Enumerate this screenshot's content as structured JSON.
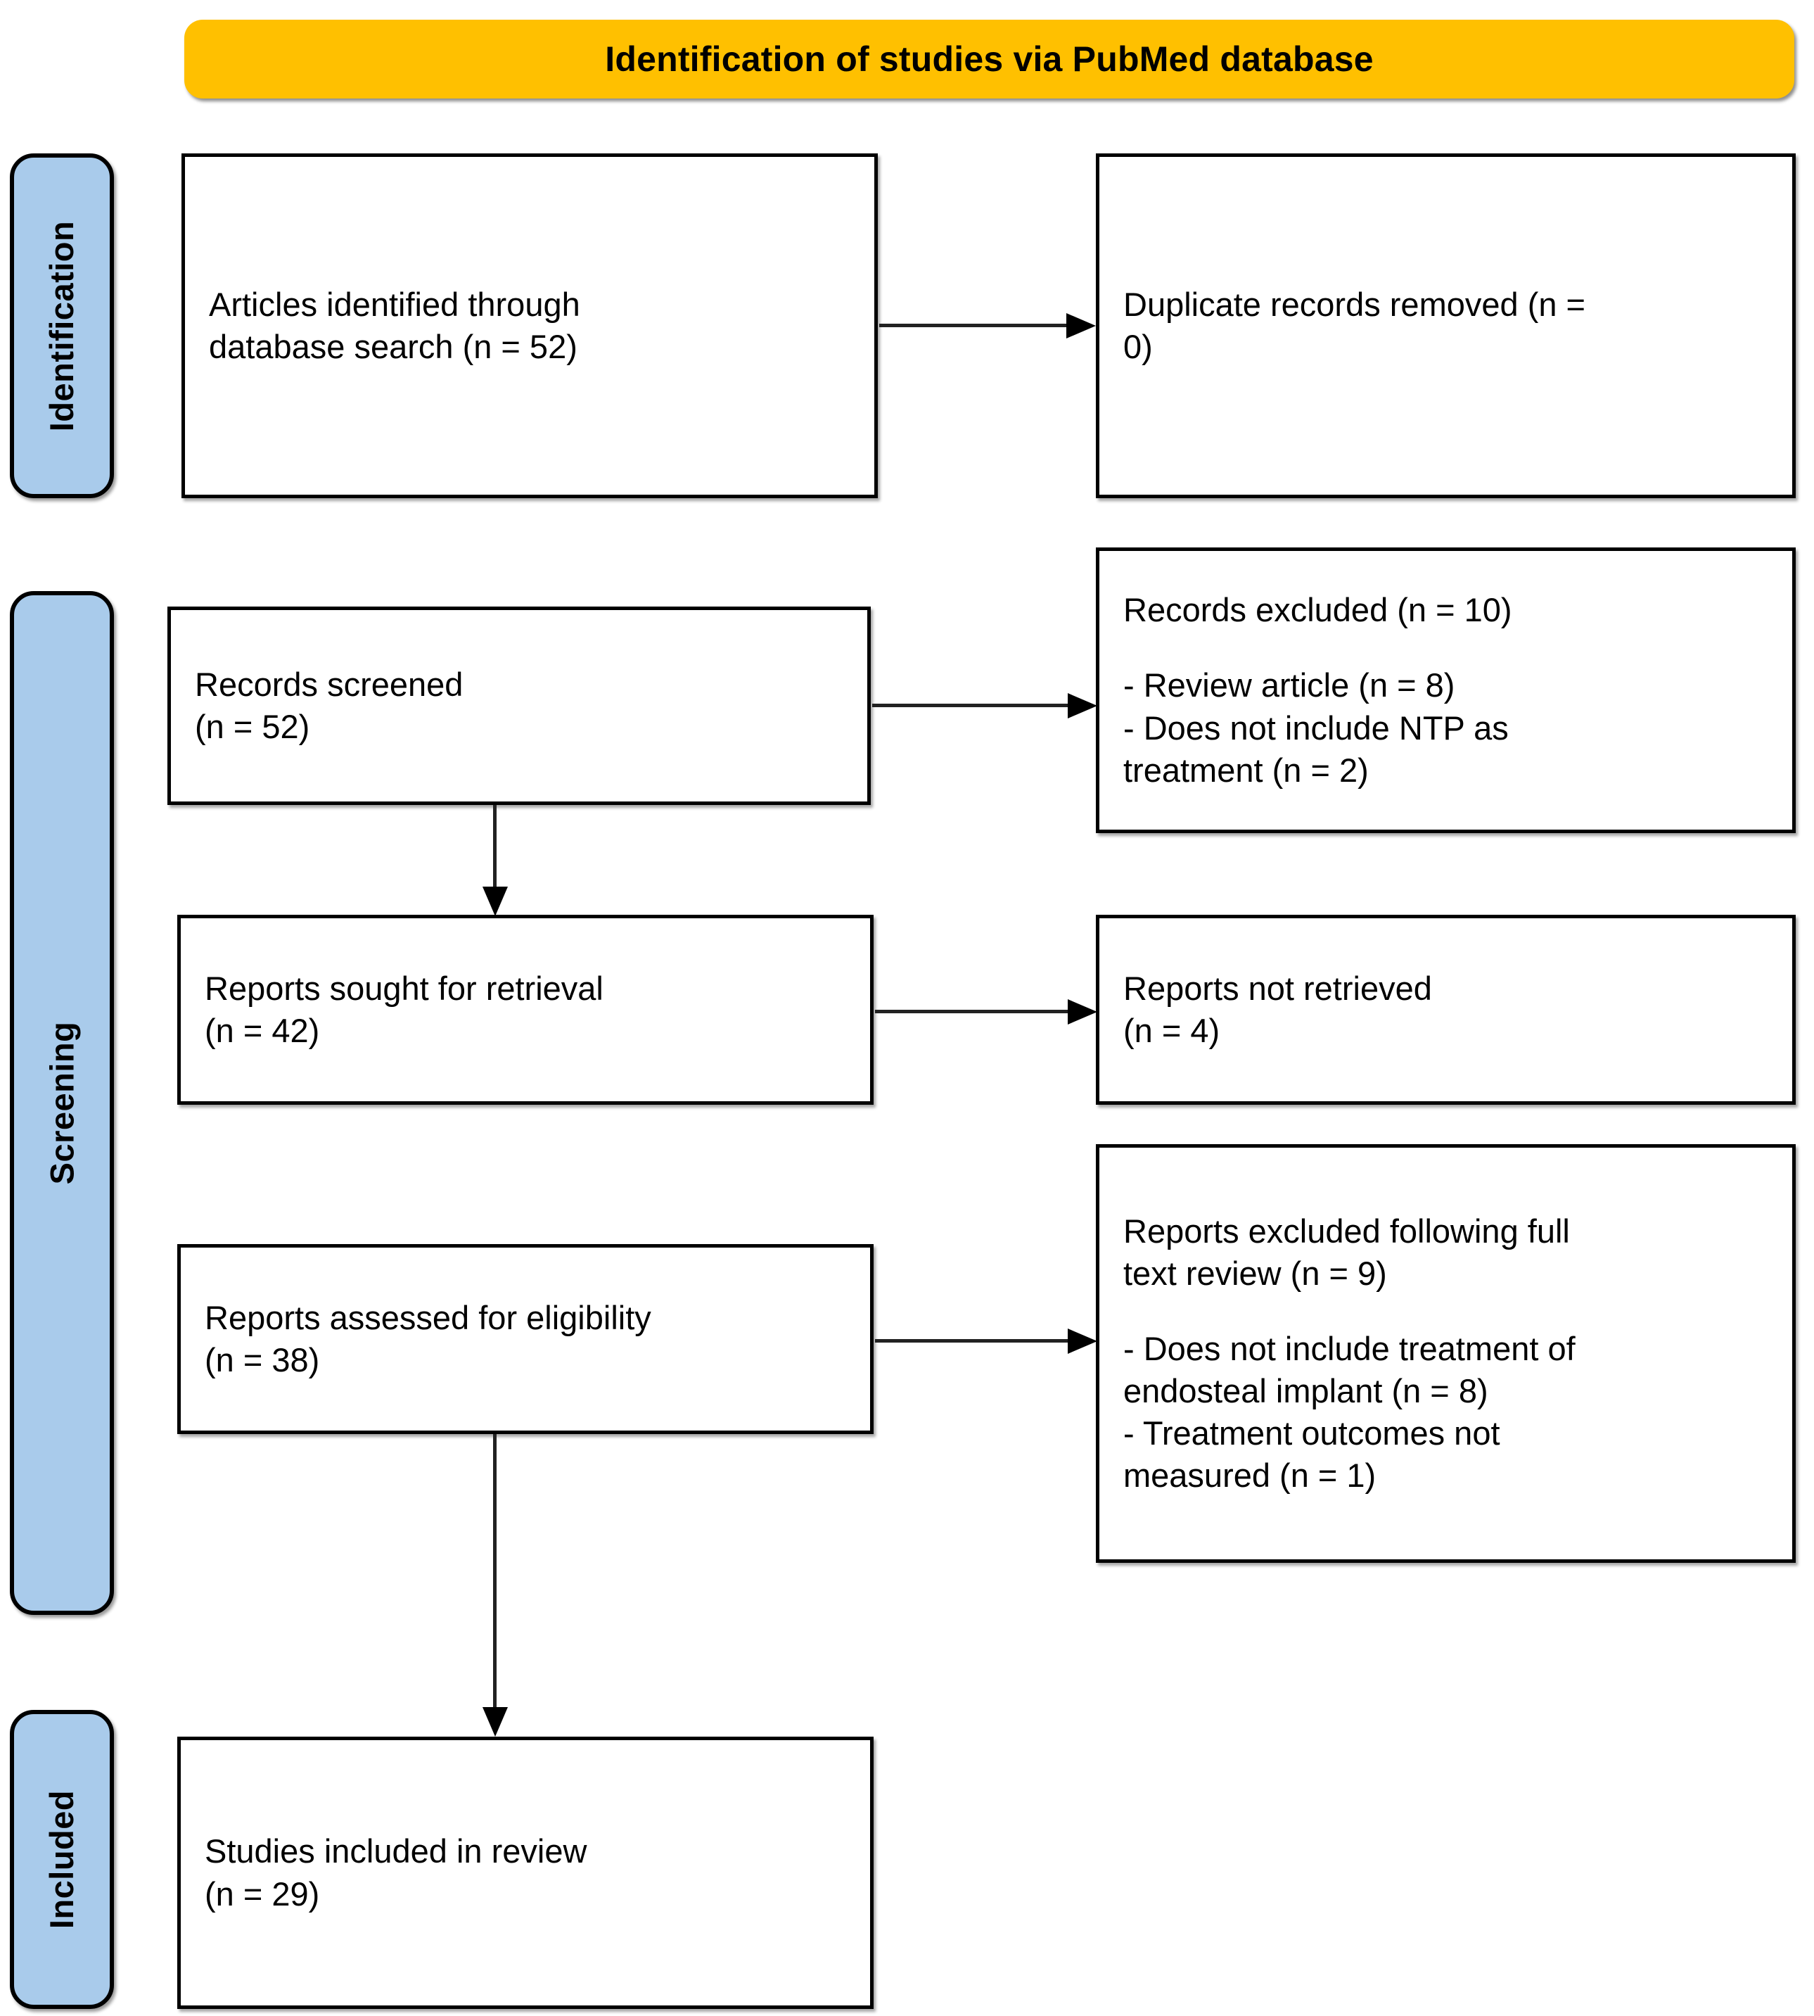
{
  "header": {
    "title": "Identification of studies via PubMed database",
    "background_color": "#FFC000",
    "text_color": "#000000"
  },
  "theme": {
    "stage_label_color": "#A9CBEB",
    "box_border_color": "#000000",
    "box_background_color": "#FFFFFF",
    "arrow_color": "#000000",
    "page_background": "#FFFFFF"
  },
  "stages": [
    {
      "id": "identification",
      "label": "Identification"
    },
    {
      "id": "screening",
      "label": "Screening"
    },
    {
      "id": "included",
      "label": "Included"
    }
  ],
  "boxes": {
    "identified": {
      "line1": "Articles identified through",
      "line2": "database search (n = 52)"
    },
    "duplicates": {
      "line1": "Duplicate records removed (n =",
      "line2": "0)"
    },
    "screened": {
      "line1": "Records screened",
      "line2": "(n = 52)"
    },
    "records_excluded": {
      "heading": "Records excluded (n = 10)",
      "reason1": "- Review article (n = 8)",
      "reason2a": "- Does not include NTP as",
      "reason2b": "treatment (n = 2)"
    },
    "sought": {
      "line1": "Reports sought for retrieval",
      "line2": "(n = 42)"
    },
    "not_retrieved": {
      "line1": "Reports not retrieved",
      "line2": "(n = 4)"
    },
    "assessed": {
      "line1": "Reports assessed for eligibility",
      "line2": "(n = 38)"
    },
    "reports_excluded": {
      "heading_a": "Reports excluded following full",
      "heading_b": "text review (n = 9)",
      "reason1a": "- Does not include treatment of",
      "reason1b": "endosteal implant (n = 8)",
      "reason2a": "- Treatment outcomes not",
      "reason2b": "measured (n = 1)"
    },
    "included": {
      "line1": "Studies included in review",
      "line2": "(n = 29)"
    }
  },
  "counts": {
    "identified": 52,
    "duplicates_removed": 0,
    "records_screened": 52,
    "records_excluded_total": 10,
    "records_excluded_review_article": 8,
    "records_excluded_no_ntp": 2,
    "reports_sought": 42,
    "reports_not_retrieved": 4,
    "reports_assessed": 38,
    "reports_excluded_total": 9,
    "reports_excluded_no_endosteal": 8,
    "reports_excluded_no_outcomes": 1,
    "studies_included": 29
  },
  "arrows": [
    {
      "id": "identified-to-duplicates",
      "direction": "right"
    },
    {
      "id": "screened-to-records-excluded",
      "direction": "right"
    },
    {
      "id": "screened-to-sought",
      "direction": "down"
    },
    {
      "id": "sought-to-not-retrieved",
      "direction": "right"
    },
    {
      "id": "assessed-to-reports-excluded",
      "direction": "right"
    },
    {
      "id": "assessed-to-included",
      "direction": "down"
    }
  ]
}
